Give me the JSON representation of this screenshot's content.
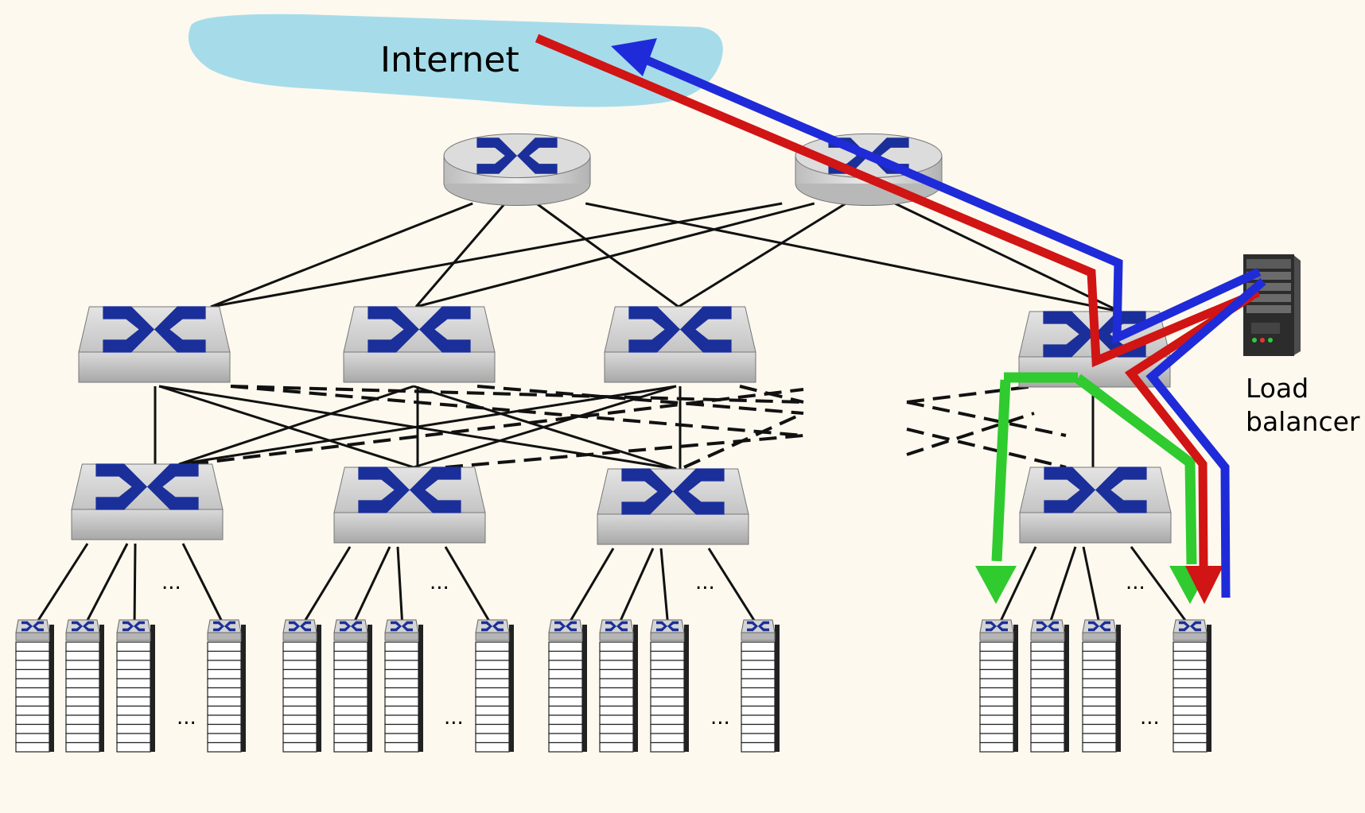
{
  "labels": {
    "internet": "Internet",
    "load_balancer_line1": "Load",
    "load_balancer_line2": "balancer",
    "ellipsis": "..."
  },
  "colors": {
    "background": "#fdf9ef",
    "cloud": "#a6dcea",
    "switch_x": "#1a2f9a",
    "path_red": "#d11414",
    "path_blue": "#1f2bd8",
    "path_green": "#2fcb2f"
  },
  "icons": {
    "core_router": "router-icon",
    "switch": "switch-icon",
    "server_rack": "server-rack-icon",
    "load_balancer": "server-icon"
  }
}
